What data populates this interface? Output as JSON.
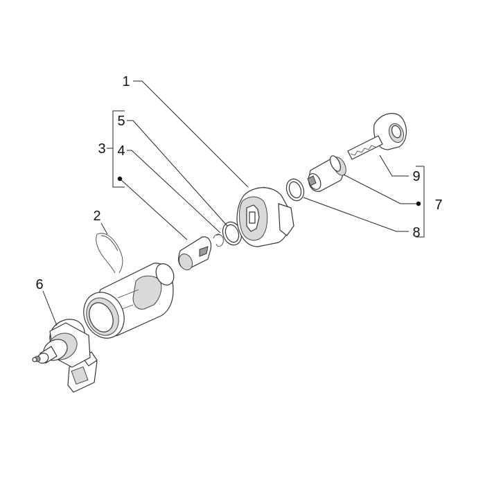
{
  "callouts": {
    "c1": "1",
    "c2": "2",
    "c3": "3",
    "c4": "4",
    "c5": "5",
    "c6": "6",
    "c7": "7",
    "c8": "8",
    "c9": "9"
  },
  "colors": {
    "line": "#222222",
    "fill": "#ffffff",
    "shade": "#d9d9d9"
  }
}
